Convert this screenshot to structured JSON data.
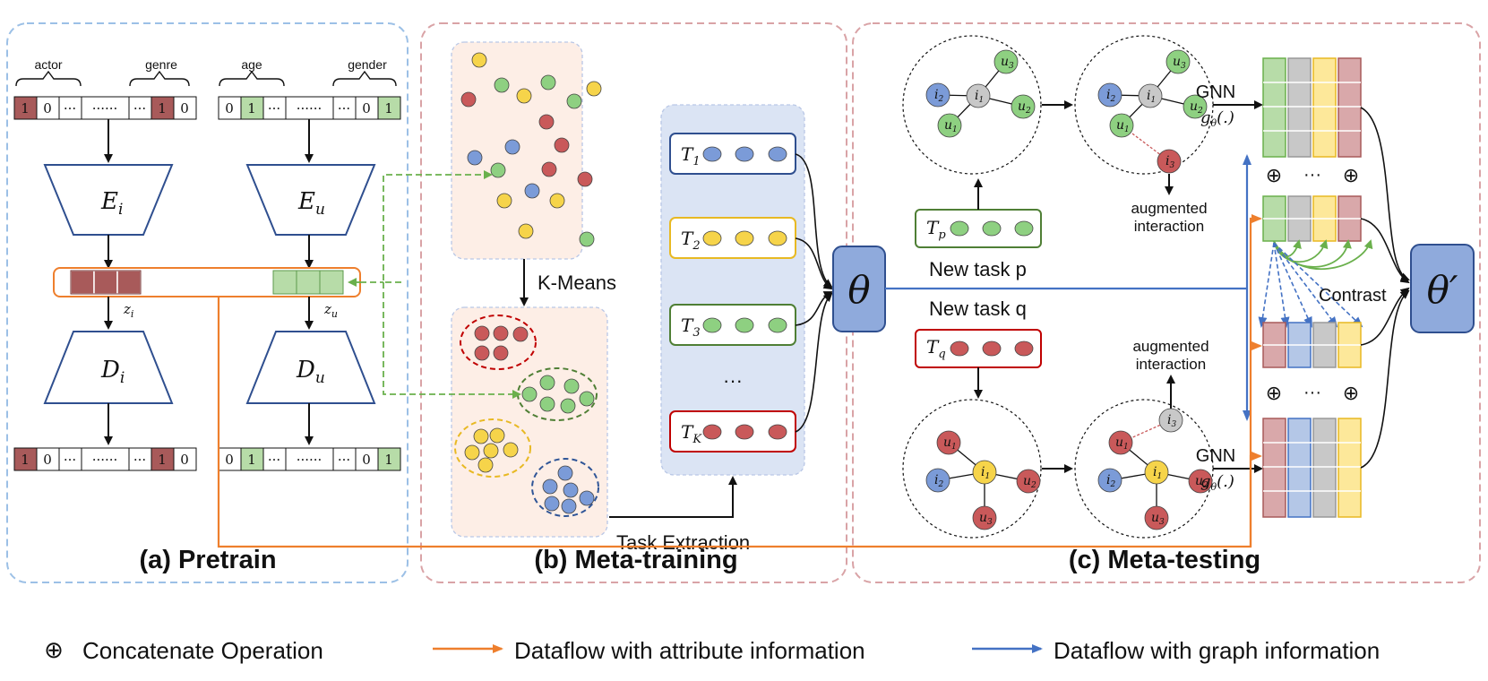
{
  "panels": {
    "pretrain": {
      "title": "(a) Pretrain",
      "item_labels": [
        "actor",
        "genre"
      ],
      "user_labels": [
        "age",
        "gender"
      ],
      "item_vector": [
        "1",
        "0",
        "···",
        "······",
        "···",
        "1",
        "0"
      ],
      "user_vector": [
        "0",
        "1",
        "···",
        "······",
        "···",
        "0",
        "1"
      ],
      "encoder_item": "E",
      "encoder_item_sub": "i",
      "encoder_user": "E",
      "encoder_user_sub": "u",
      "decoder_item": "D",
      "decoder_item_sub": "i",
      "decoder_user": "D",
      "decoder_user_sub": "u",
      "z_item": "z",
      "z_item_sub": "i",
      "z_user": "z",
      "z_user_sub": "u"
    },
    "metatraining": {
      "title": "(b) Meta-training",
      "kmeans_label": "K-Means",
      "task_extraction_label": "Task Extraction",
      "tasks": [
        {
          "T": "T",
          "sub": "1"
        },
        {
          "T": "T",
          "sub": "2"
        },
        {
          "T": "T",
          "sub": "3"
        },
        {
          "T": "T",
          "sub": "K"
        }
      ],
      "ellipsis": "···",
      "theta": "θ"
    },
    "metatesting": {
      "title": "(c) Meta-testing",
      "new_task_p": "New task p",
      "new_task_q": "New task q",
      "task_p": {
        "T": "T",
        "sub": "p"
      },
      "task_q": {
        "T": "T",
        "sub": "q"
      },
      "augmented_interaction": [
        "augmented",
        "interaction"
      ],
      "gnn": "GNN",
      "gnn_fn": "g",
      "gnn_fn_sub": "θ",
      "gnn_fn_arg": "(.)",
      "contrast": "Contrast",
      "concat_row": [
        "⊕",
        "···",
        "⊕"
      ],
      "theta_prime": "θ′",
      "nodes": {
        "i1": "i",
        "i2": "i",
        "i3": "i",
        "u1": "u",
        "u2": "u",
        "u3": "u"
      }
    }
  },
  "legend": {
    "concat_symbol": "⊕",
    "concat": "Concatenate Operation",
    "attr": "Dataflow with attribute information",
    "graph": "Dataflow with graph information"
  },
  "colors": {
    "red": "#c9595a",
    "green": "#8ed081",
    "blue": "#7b9bd8",
    "yellow": "#f6d44a",
    "grey": "#c8c8c8",
    "orange": "#ee7f2d",
    "arrow_blue": "#4472c4"
  }
}
